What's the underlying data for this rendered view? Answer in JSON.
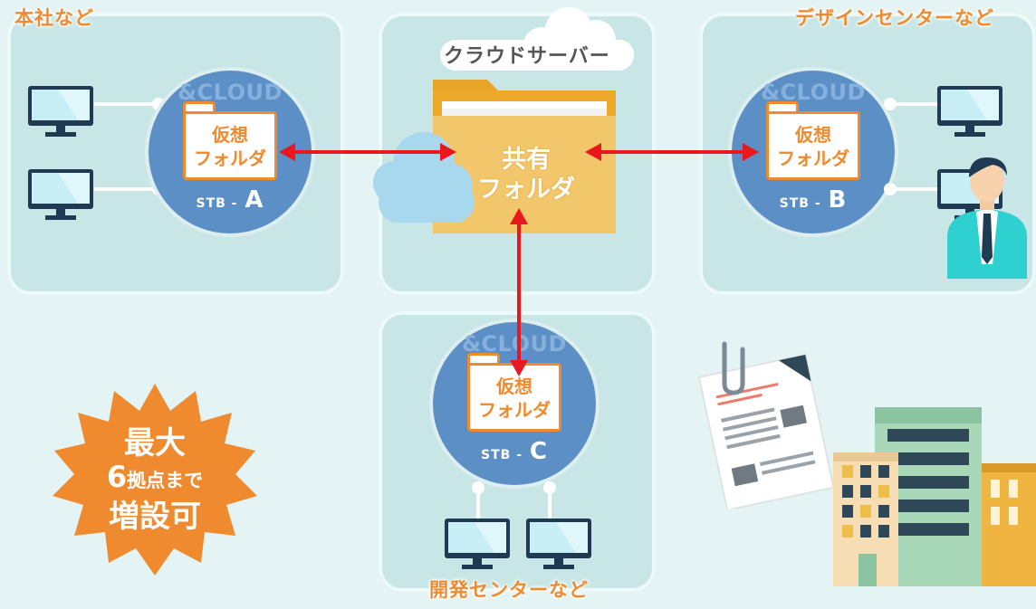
{
  "sites": {
    "hq": {
      "label": "本社など"
    },
    "cloud": {
      "label": "クラウドサーバー"
    },
    "design": {
      "label": "デザインセンターなど"
    },
    "dev": {
      "label": "開発センターなど"
    }
  },
  "shared_folder": {
    "line1": "共有",
    "line2": "フォルダ"
  },
  "stb_a": {
    "brand": "&CLOUD",
    "folder_line1": "仮想",
    "folder_line2": "フォルダ",
    "prefix": "STB - ",
    "letter": "A"
  },
  "stb_b": {
    "brand": "&CLOUD",
    "folder_line1": "仮想",
    "folder_line2": "フォルダ",
    "prefix": "STB - ",
    "letter": "B"
  },
  "stb_c": {
    "brand": "&CLOUD",
    "folder_line1": "仮想",
    "folder_line2": "フォルダ",
    "prefix": "STB - ",
    "letter": "C"
  },
  "badge": {
    "line1": "最大",
    "line2_num": "6",
    "line2_text": "拠点まで",
    "line3": "増設可"
  },
  "colors": {
    "accent_orange": "#f08a2e",
    "arrow_red": "#e8181e",
    "stb_blue": "#5c8fc5",
    "panel_teal": "#c8e6e6"
  },
  "icons": [
    "monitor-icon",
    "cloud-icon",
    "folder-icon",
    "person-icon",
    "document-icon",
    "building-icon",
    "starburst-badge"
  ]
}
